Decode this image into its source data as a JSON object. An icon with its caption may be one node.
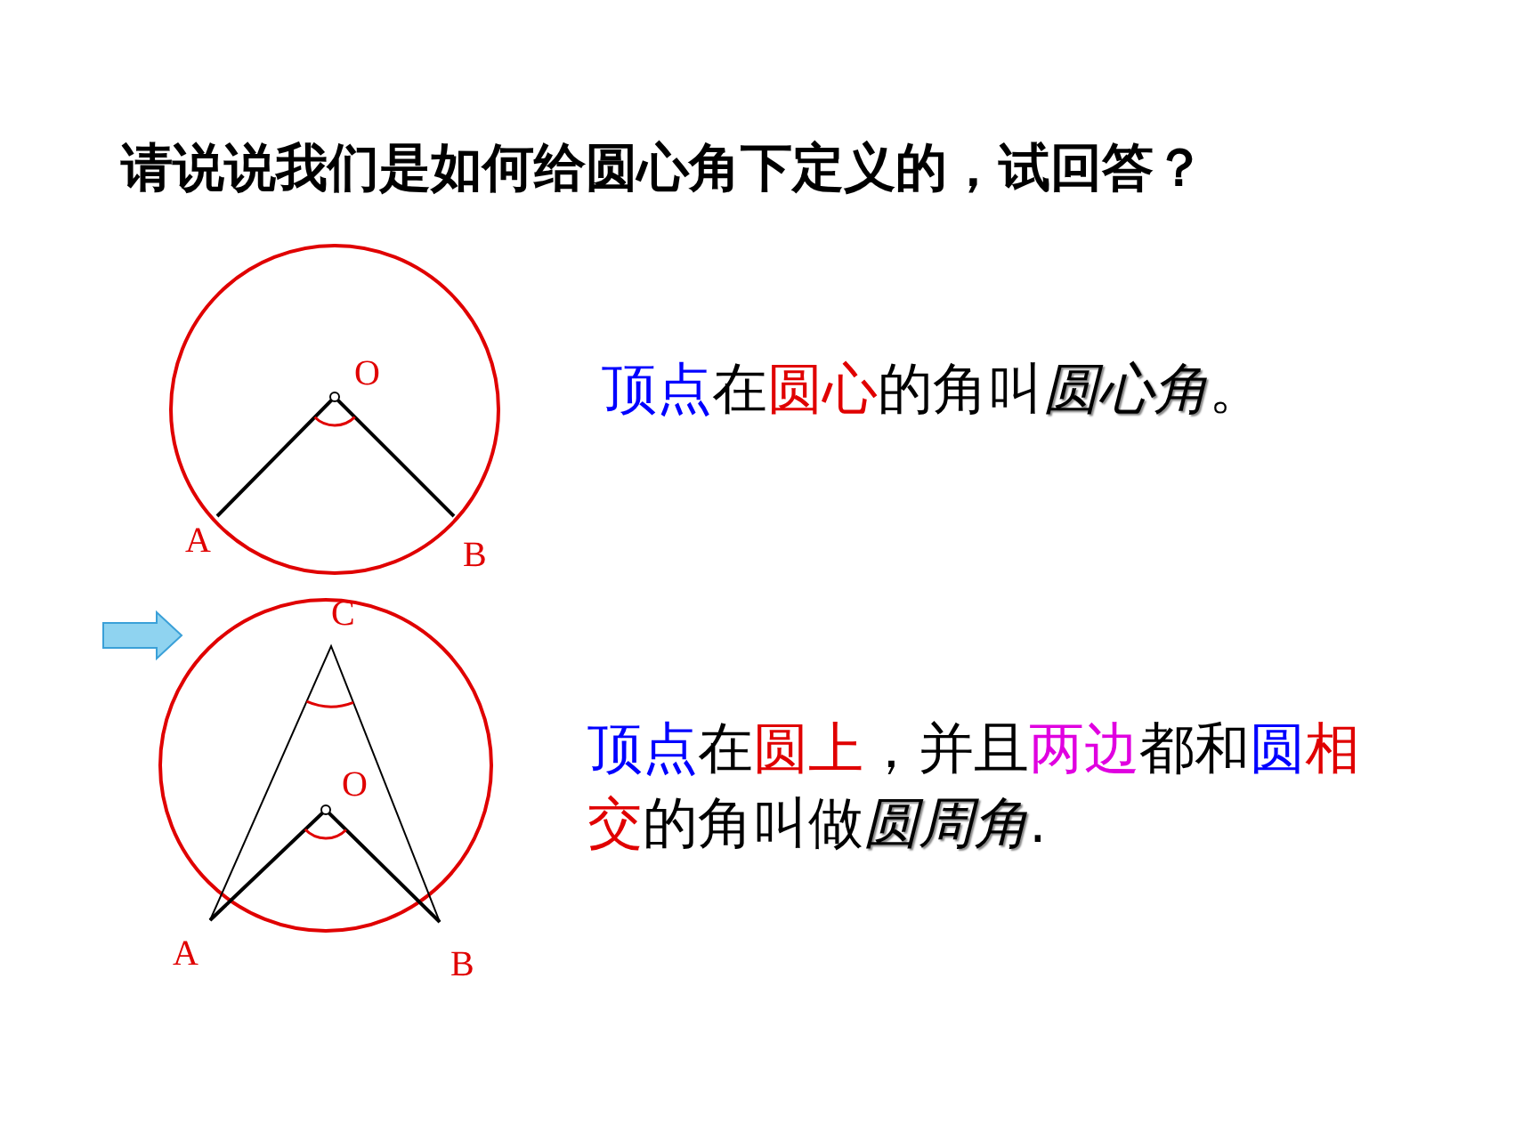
{
  "diagram": {
    "title": "请说说我们是如何给圆心角下定义的，试回答？",
    "labels": [
      "O",
      "A",
      "B",
      "顶点在圆心的角叫圆心角。",
      "C",
      "O",
      "A",
      "B",
      "顶点在圆上，并且两边都和圆相交的角叫做圆周角."
    ]
  }
}
